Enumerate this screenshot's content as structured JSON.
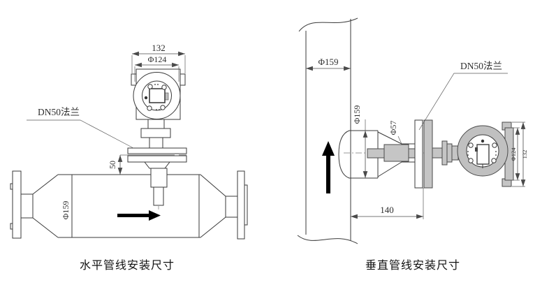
{
  "drawing_left": {
    "caption": "水平管线安装尺寸",
    "labels": {
      "head_width": "132",
      "head_dia": "Φ124",
      "flange": "DN50法兰",
      "insertion_height": "50",
      "pipe_dia": "Φ159"
    }
  },
  "drawing_right": {
    "caption": "垂直管线安装尺寸",
    "labels": {
      "pipe_dia": "Φ159",
      "boss_height": "Φ159",
      "boss_dia": "Φ57",
      "flange": "DN50法兰",
      "insertion_length": "140",
      "head_dia": "Φ124",
      "head_width": "132"
    }
  },
  "colors": {
    "line": "#3a3a3a",
    "dimension": "#4a4a4a",
    "metal_gray": "#c5c5c5",
    "arrow_black": "#000000",
    "background": "#ffffff"
  }
}
